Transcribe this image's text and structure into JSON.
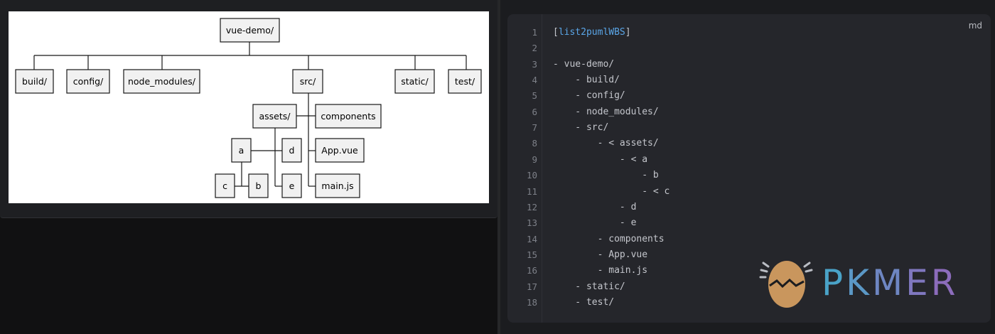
{
  "diagram": {
    "nodes": [
      {
        "id": "root",
        "label": "vue-demo/"
      },
      {
        "id": "build",
        "label": "build/"
      },
      {
        "id": "config",
        "label": "config/"
      },
      {
        "id": "node_modules",
        "label": "node_modules/"
      },
      {
        "id": "src",
        "label": "src/"
      },
      {
        "id": "static",
        "label": "static/"
      },
      {
        "id": "test",
        "label": "test/"
      },
      {
        "id": "assets",
        "label": "assets/"
      },
      {
        "id": "components",
        "label": "components"
      },
      {
        "id": "appvue",
        "label": "App.vue"
      },
      {
        "id": "mainjs",
        "label": "main.js"
      },
      {
        "id": "a",
        "label": "a"
      },
      {
        "id": "d",
        "label": "d"
      },
      {
        "id": "c",
        "label": "c"
      },
      {
        "id": "b",
        "label": "b"
      },
      {
        "id": "e",
        "label": "e"
      }
    ]
  },
  "code_block": {
    "language_badge": "md",
    "lines": [
      {
        "no": "1",
        "prefix": "[",
        "link": "list2pumlWBS",
        "suffix": "]"
      },
      {
        "no": "2",
        "text": ""
      },
      {
        "no": "3",
        "text": "- vue-demo/"
      },
      {
        "no": "4",
        "text": "    - build/"
      },
      {
        "no": "5",
        "text": "    - config/"
      },
      {
        "no": "6",
        "text": "    - node_modules/"
      },
      {
        "no": "7",
        "text": "    - src/"
      },
      {
        "no": "8",
        "text": "        - < assets/"
      },
      {
        "no": "9",
        "text": "            - < a"
      },
      {
        "no": "10",
        "text": "                - b"
      },
      {
        "no": "11",
        "text": "                - < c"
      },
      {
        "no": "12",
        "text": "            - d"
      },
      {
        "no": "13",
        "text": "            - e"
      },
      {
        "no": "14",
        "text": "        - components"
      },
      {
        "no": "15",
        "text": "        - App.vue"
      },
      {
        "no": "16",
        "text": "        - main.js"
      },
      {
        "no": "17",
        "text": "    - static/"
      },
      {
        "no": "18",
        "text": "    - test/"
      }
    ]
  },
  "watermark": {
    "letters": [
      "P",
      "K",
      "M",
      "E",
      "R"
    ],
    "colors": [
      "#4aa3c8",
      "#5b98c6",
      "#6e86c2",
      "#7f77bf",
      "#8c6cbc"
    ],
    "egg_color": "#c9965d"
  }
}
